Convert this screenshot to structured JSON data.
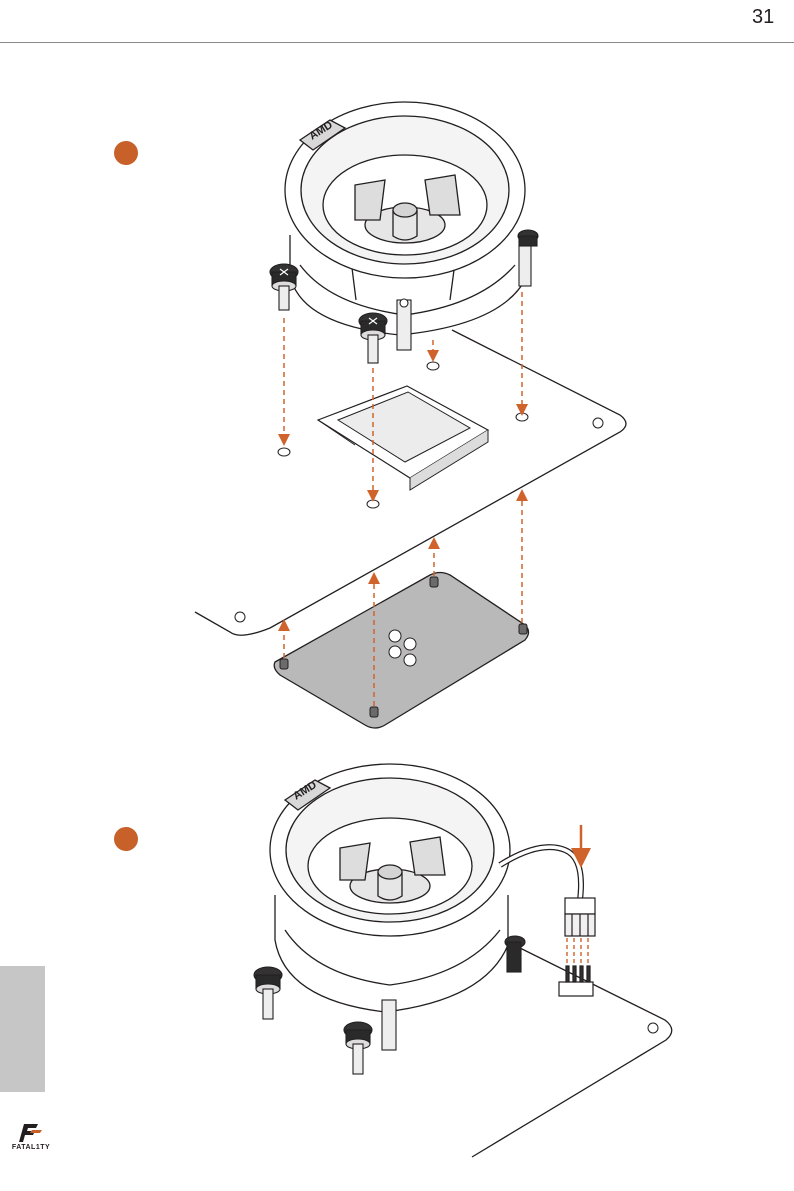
{
  "header": {
    "page_number": "31"
  },
  "steps": [
    {
      "number": "",
      "color": "#c8602a"
    },
    {
      "number": "",
      "color": "#c8602a"
    }
  ],
  "figure1": {
    "cooler_brand_text": "AMD",
    "arrow_color": "#d0632c"
  },
  "figure2": {
    "cooler_brand_text": "AMD"
  },
  "sidebar": {
    "language_tab_color": "#c6c6c6"
  },
  "footer": {
    "logo_text": "FATAL1TY"
  }
}
